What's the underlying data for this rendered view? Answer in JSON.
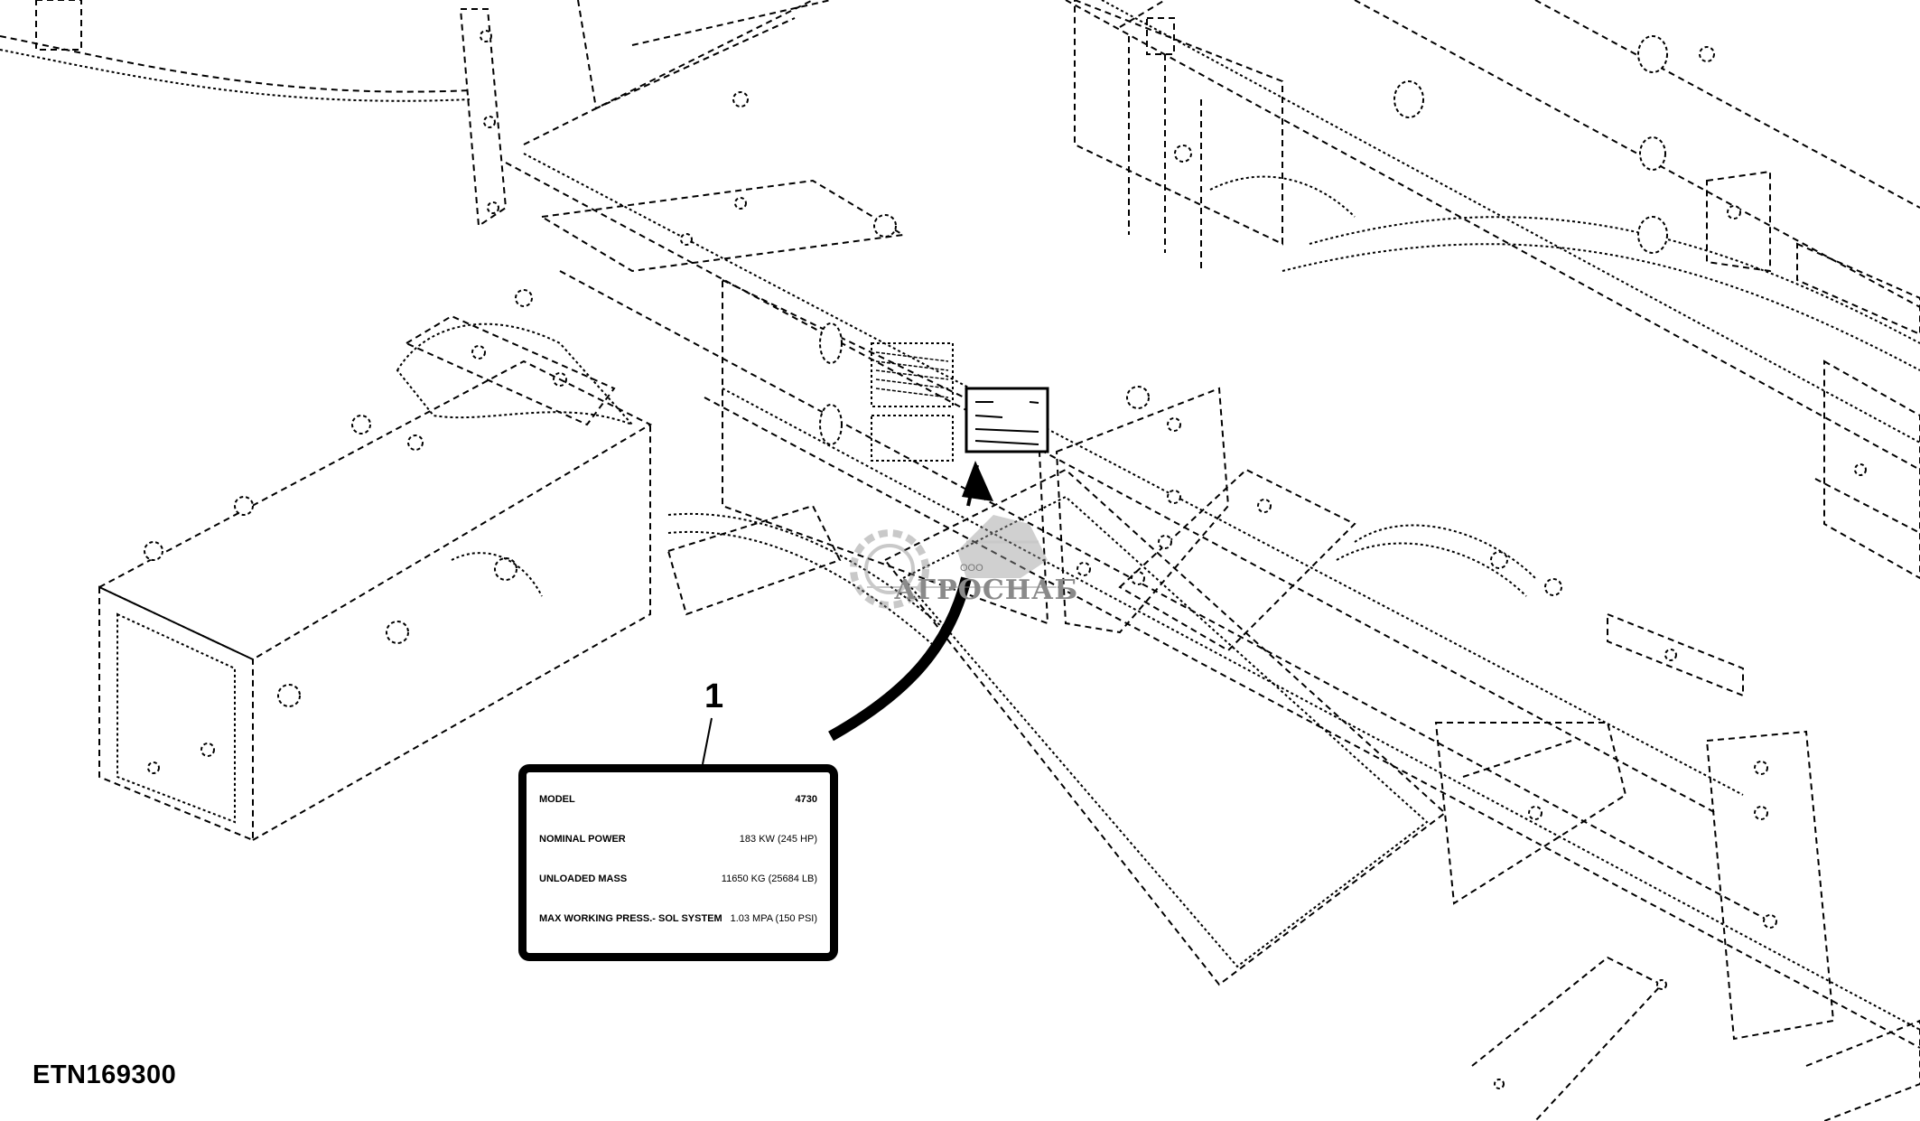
{
  "figure_id": "ETN169300",
  "callout_number": "1",
  "label_plate": {
    "rows": [
      {
        "name": "MODEL",
        "value": "4730"
      },
      {
        "name": "NOMINAL POWER",
        "value": "183 KW (245 HP)"
      },
      {
        "name": "UNLOADED MASS",
        "value": "11650 KG (25684 LB)"
      },
      {
        "name": "MAX WORKING PRESS.- SOL SYSTEM",
        "value": "1.03 MPA (150 PSI)"
      }
    ]
  },
  "watermark": {
    "company_prefix": "ООО",
    "company_name": "АГРОСНАБ"
  }
}
